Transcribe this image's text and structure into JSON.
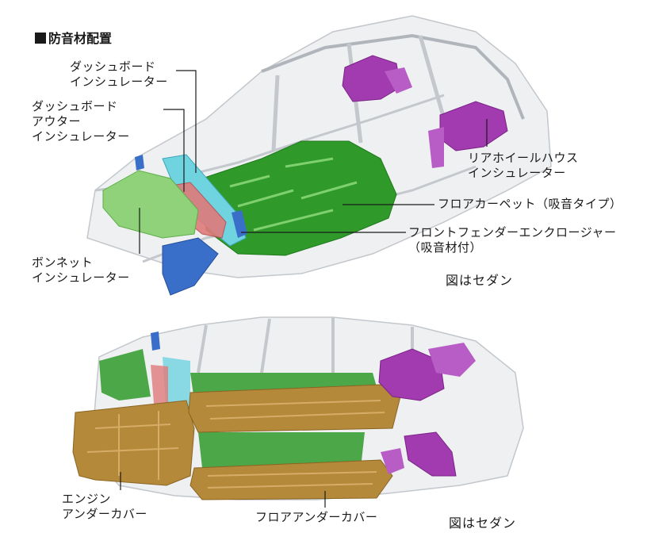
{
  "title": "防音材配置",
  "labels": {
    "dash_board_insulator": [
      "ダッシュボード",
      "インシュレーター"
    ],
    "dash_board_outer_insulator": [
      "ダッシュボード",
      "アウター",
      "インシュレーター"
    ],
    "rear_wheel_house_insulator": [
      "リアホイールハウス",
      "インシュレーター"
    ],
    "floor_carpet": "フロアカーペット（吸音タイプ）",
    "front_fender_enclosure": [
      "フロントフェンダーエンクロージャー",
      "（吸音材付）"
    ],
    "bonnet_insulator": [
      "ボンネット",
      "インシュレーター"
    ],
    "engine_under_cover": [
      "エンジン",
      "アンダーカバー"
    ],
    "floor_under_cover": "フロアアンダーカバー"
  },
  "captions": {
    "top": "図はセダン",
    "bottom": "図はセダン"
  },
  "colors": {
    "frame": "#c9cdd2",
    "green": "#2f9a2a",
    "light_green": "#8fd27a",
    "cyan": "#6fd3e0",
    "purple": "#a23bb0",
    "blue": "#3a6fc9",
    "red": "#e07a7a",
    "tan": "#b5893a"
  }
}
